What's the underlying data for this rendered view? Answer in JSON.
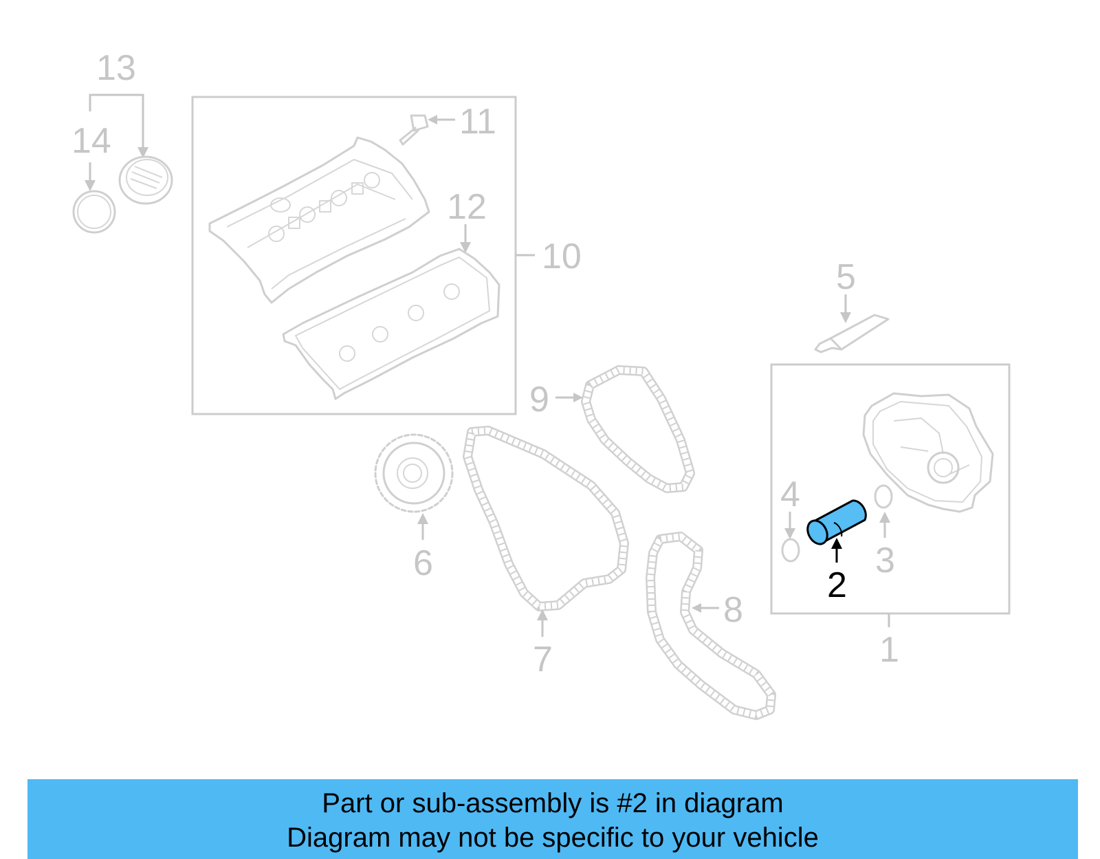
{
  "diagram": {
    "callouts": {
      "c1": "1",
      "c2": "2",
      "c3": "3",
      "c4": "4",
      "c5": "5",
      "c6": "6",
      "c7": "7",
      "c8": "8",
      "c9": "9",
      "c10": "10",
      "c11": "11",
      "c12": "12",
      "c13": "13",
      "c14": "14"
    },
    "highlight_color": "#56bdf5",
    "muted_color": "#c6c6c6"
  },
  "banner": {
    "line1": "Part or sub-assembly is #2 in diagram",
    "line2": "Diagram may not be specific to your vehicle",
    "background": "#4fb9f4"
  }
}
